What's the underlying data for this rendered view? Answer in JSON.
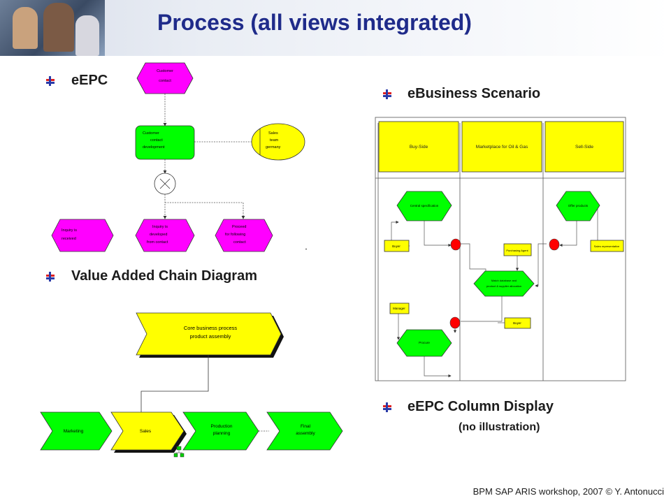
{
  "slide": {
    "title": "Process (all views integrated)",
    "footer": "BPM SAP ARIS workshop, 2007 © Y. Antonucci"
  },
  "bullets": {
    "eepc": "eEPC",
    "vacd": "Value Added Chain Diagram",
    "ebusiness": "eBusiness Scenario",
    "column": "eEPC Column Display",
    "column_note": "(no illustration)"
  },
  "eepc": {
    "start_event": [
      "Customer",
      "contact"
    ],
    "function": [
      "Customer",
      "contact",
      "development"
    ],
    "org_unit": [
      "Sales",
      "team",
      "germany"
    ],
    "connector": "XOR",
    "events": [
      [
        "Inquiry is",
        "received"
      ],
      [
        "Inquiry is",
        "developed",
        "from contact"
      ],
      [
        "Proceed",
        "for following",
        "contact"
      ]
    ]
  },
  "vacd": {
    "core_process": [
      "Core business process",
      "product assembly"
    ],
    "chain": [
      [
        "Marketing"
      ],
      [
        "Sales"
      ],
      [
        "Production",
        "planning"
      ],
      [
        "Final",
        "assembly"
      ]
    ]
  },
  "scenario": {
    "lanes": [
      "Buy-Side",
      "Marketplace for Oil & Gas",
      "Sell-Side"
    ],
    "functions": {
      "central_spec": "Central specification",
      "offer_products": "Offer products",
      "match": [
        "Match database and",
        "product & supplier allocation"
      ],
      "procure": "Procure"
    },
    "roles": {
      "buyer_top": "Buyer",
      "sales_rep": "Sales representative",
      "purchasing_agent": "Purchasing Agent",
      "manager": "Manager",
      "buyer_bottom": "Buyer"
    }
  },
  "colors": {
    "title": "#1f2b8a",
    "magenta": "#ff00ff",
    "green": "#00ff00",
    "yellow": "#ffff00",
    "red": "#ff0000"
  }
}
